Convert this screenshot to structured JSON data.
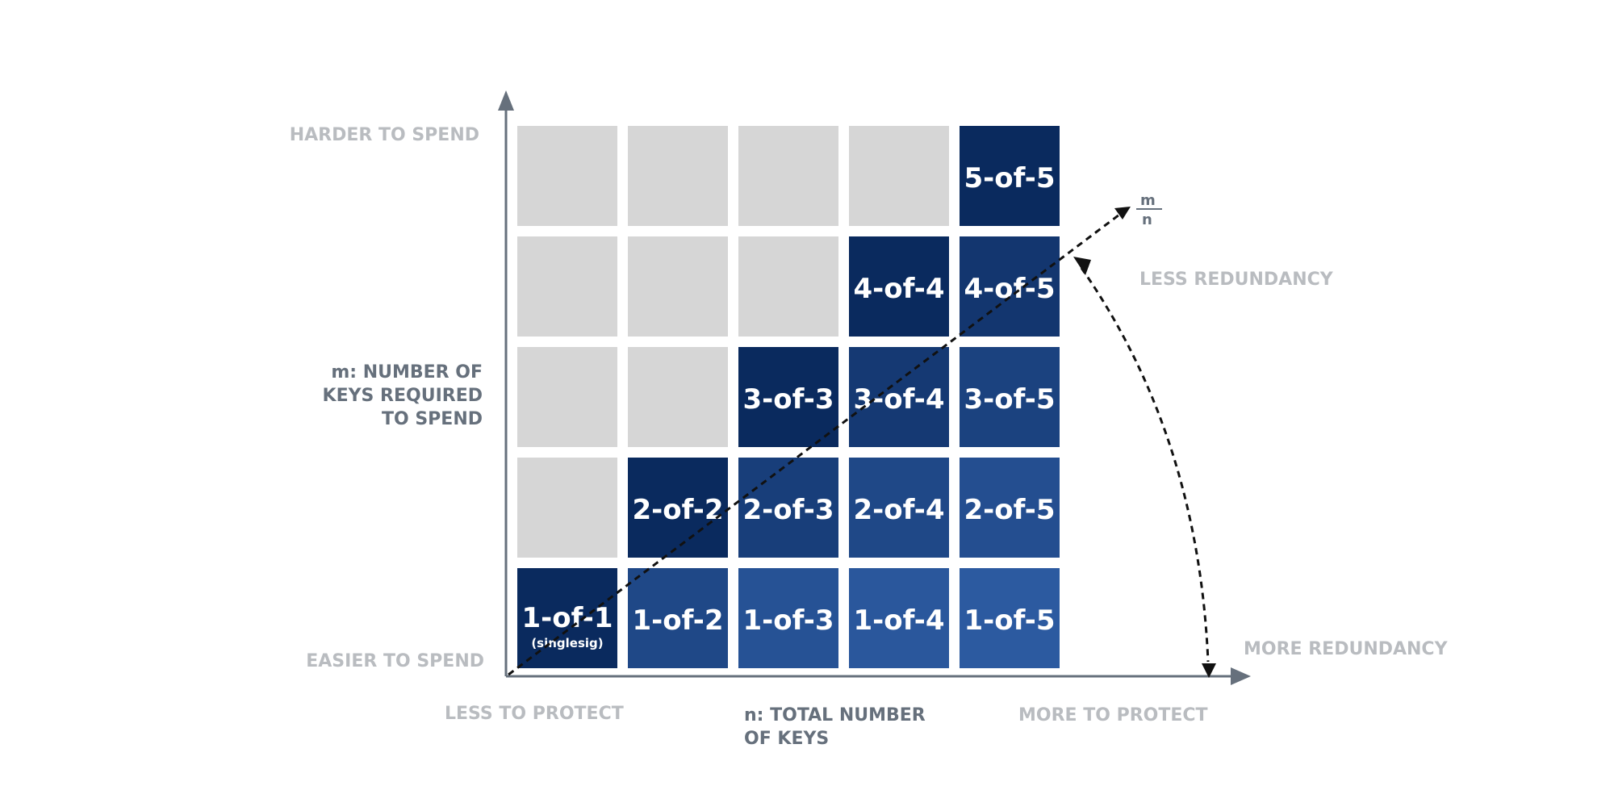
{
  "labels": {
    "harder_to_spend": "HARDER TO SPEND",
    "easier_to_spend": "EASIER TO SPEND",
    "y_axis_title": [
      "m: NUMBER OF",
      "KEYS REQUIRED",
      "TO SPEND"
    ],
    "x_axis_title": [
      "n: TOTAL NUMBER",
      "OF KEYS"
    ],
    "less_to_protect": "LESS TO PROTECT",
    "more_to_protect": "MORE TO PROTECT",
    "less_redundancy": "LESS REDUNDANCY",
    "more_redundancy": "MORE REDUNDANCY",
    "ratio_numerator": "m",
    "ratio_denominator": "n"
  },
  "grid": {
    "columns": 5,
    "rows": 5,
    "cells": [
      {
        "m": 1,
        "n": 1,
        "label": "1-of-1",
        "sublabel": "(singlesig)"
      },
      {
        "m": 1,
        "n": 2,
        "label": "1-of-2"
      },
      {
        "m": 1,
        "n": 3,
        "label": "1-of-3"
      },
      {
        "m": 1,
        "n": 4,
        "label": "1-of-4"
      },
      {
        "m": 1,
        "n": 5,
        "label": "1-of-5"
      },
      {
        "m": 2,
        "n": 2,
        "label": "2-of-2"
      },
      {
        "m": 2,
        "n": 3,
        "label": "2-of-3"
      },
      {
        "m": 2,
        "n": 4,
        "label": "2-of-4"
      },
      {
        "m": 2,
        "n": 5,
        "label": "2-of-5"
      },
      {
        "m": 3,
        "n": 3,
        "label": "3-of-3"
      },
      {
        "m": 3,
        "n": 4,
        "label": "3-of-4"
      },
      {
        "m": 3,
        "n": 5,
        "label": "3-of-5"
      },
      {
        "m": 4,
        "n": 4,
        "label": "4-of-4"
      },
      {
        "m": 4,
        "n": 5,
        "label": "4-of-5"
      },
      {
        "m": 5,
        "n": 5,
        "label": "5-of-5"
      }
    ]
  },
  "colors": {
    "empty_cell": "#d6d6d6",
    "ratio_full": "#0a2a5e",
    "ratio_low": "#2c5aa0",
    "axis": "#66707c",
    "muted_text": "#b9bcc0",
    "arrow_dash": "#111111"
  }
}
